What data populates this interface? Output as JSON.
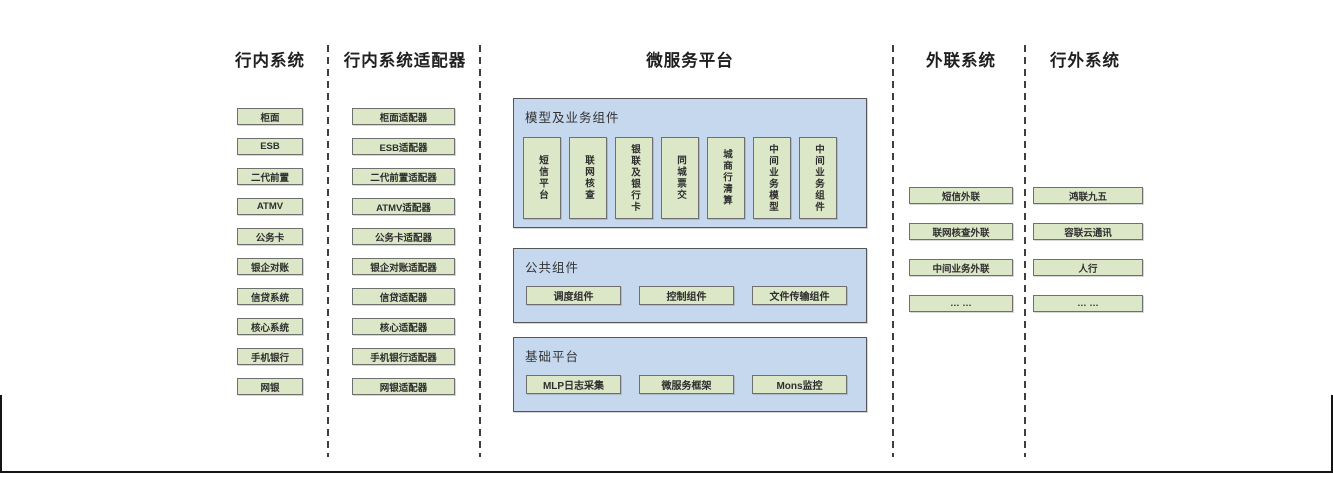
{
  "columns": {
    "inbank": {
      "title": "行内系统",
      "items": [
        "柜面",
        "ESB",
        "二代前置",
        "ATMV",
        "公务卡",
        "银企对账",
        "信贷系统",
        "核心系统",
        "手机银行",
        "网银"
      ]
    },
    "adapters": {
      "title": "行内系统适配器",
      "items": [
        "柜面适配器",
        "ESB适配器",
        "二代前置适配器",
        "ATMV适配器",
        "公务卡适配器",
        "银企对账适配器",
        "信贷适配器",
        "核心适配器",
        "手机银行适配器",
        "网银适配器"
      ]
    },
    "microservice": {
      "title": "微服务平台",
      "model": {
        "label": "模型及业务组件",
        "items": [
          "短信平台",
          "联网核查",
          "银联及银行卡",
          "同城票交",
          "城商行清算",
          "中间业务模型",
          "中间业务组件"
        ]
      },
      "common": {
        "label": "公共组件",
        "items": [
          "调度组件",
          "控制组件",
          "文件传输组件"
        ]
      },
      "base": {
        "label": "基础平台",
        "items": [
          "MLP日志采集",
          "微服务框架",
          "Mons监控"
        ]
      }
    },
    "external": {
      "title": "外联系统",
      "items": [
        "短信外联",
        "联网核查外联",
        "中间业务外联",
        "… …"
      ]
    },
    "outbank": {
      "title": "行外系统",
      "items": [
        "鸿联九五",
        "容联云通讯",
        "人行",
        "… …"
      ]
    }
  },
  "colors": {
    "box_green": "#dce7c8",
    "container_blue": "#c6d8ee",
    "box_border": "#6f6f6f",
    "container_border": "#565656",
    "divider": "#3e3e3e",
    "frame": "#141414",
    "text": "#2e2e2e"
  }
}
